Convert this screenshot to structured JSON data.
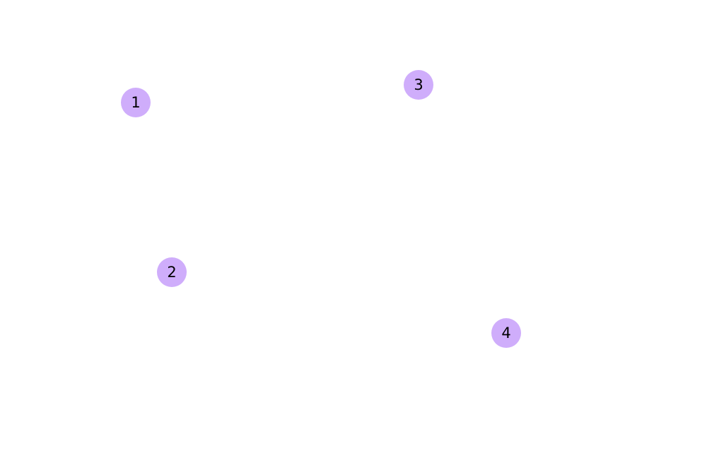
{
  "diagram": {
    "background": "#ffffff",
    "node_color": "#cfadfb",
    "label_color": "#000000",
    "nodes": [
      {
        "id": "node-1",
        "label": "1"
      },
      {
        "id": "node-2",
        "label": "2"
      },
      {
        "id": "node-3",
        "label": "3"
      },
      {
        "id": "node-4",
        "label": "4"
      }
    ]
  }
}
